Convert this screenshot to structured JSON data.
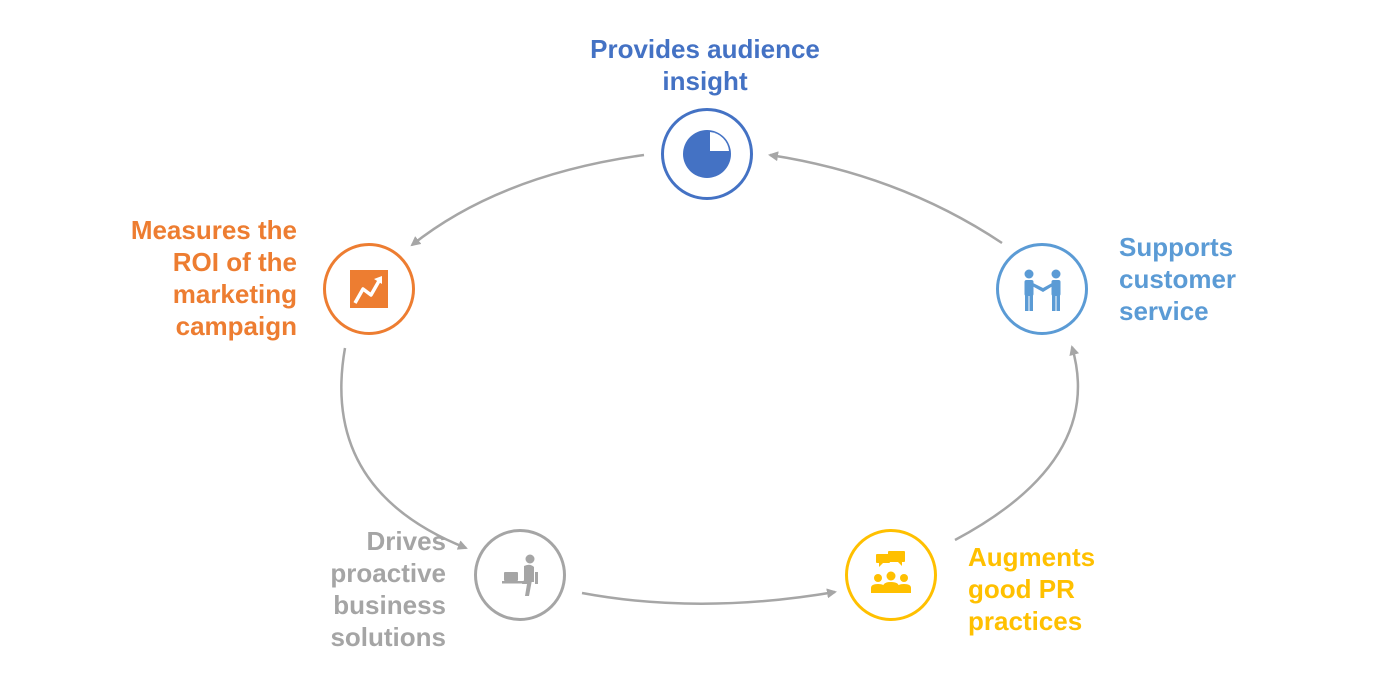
{
  "colors": {
    "blue_dark": "#4472C4",
    "blue_light": "#5B9BD5",
    "orange": "#ED7D31",
    "gray": "#A5A5A5",
    "gold": "#FFC000",
    "arrow": "#A6A6A6"
  },
  "nodes": [
    {
      "id": "audience",
      "label": "Provides audience\ninsight",
      "icon": "pie-chart-icon",
      "color": "#4472C4"
    },
    {
      "id": "customer",
      "label": "Supports\ncustomer\nservice",
      "icon": "handshake-icon",
      "color": "#5B9BD5"
    },
    {
      "id": "pr",
      "label": "Augments\ngood PR\npractices",
      "icon": "team-chat-icon",
      "color": "#FFC000"
    },
    {
      "id": "business",
      "label": "Drives\nproactive\nbusiness\nsolutions",
      "icon": "person-at-laptop-icon",
      "color": "#A5A5A5"
    },
    {
      "id": "roi",
      "label": "Measures the\nROI of the\nmarketing\ncampaign",
      "icon": "growth-arrow-icon",
      "color": "#ED7D31"
    }
  ]
}
